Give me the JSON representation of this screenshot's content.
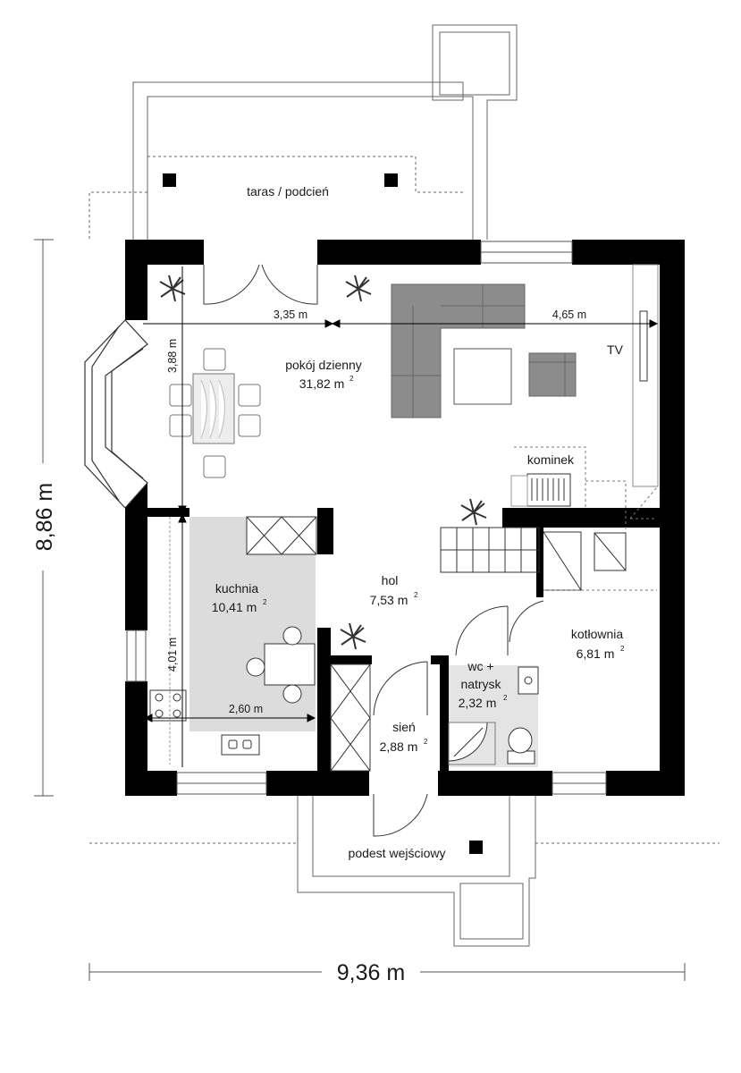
{
  "rooms": {
    "taras": {
      "name": "taras / podcień"
    },
    "pokoj": {
      "name": "pokój dzienny",
      "area": "31,82 m",
      "unit_sup": "2"
    },
    "tv": {
      "name": "TV"
    },
    "kominek": {
      "name": "kominek"
    },
    "kuchnia": {
      "name": "kuchnia",
      "area": "10,41 m",
      "unit_sup": "2"
    },
    "hol": {
      "name": "hol",
      "area": "7,53 m",
      "unit_sup": "2"
    },
    "kotlownia": {
      "name": "kotłownia",
      "area": "6,81 m",
      "unit_sup": "2"
    },
    "wc": {
      "name_line1": "wc +",
      "name_line2": "natrysk",
      "area": "2,32 m",
      "unit_sup": "2"
    },
    "sien": {
      "name": "sień",
      "area": "2,88 m",
      "unit_sup": "2"
    },
    "podest": {
      "name": "podest wejściowy"
    }
  },
  "dimensions": {
    "living_left": "3,35 m",
    "living_right": "4,65 m",
    "living_depth": "3,88 m",
    "kitchen_depth": "4,01 m",
    "kitchen_width": "2,60 m",
    "total_depth": "8,86 m",
    "total_width": "9,36 m"
  },
  "colors": {
    "wall": "#000000",
    "sofa": "#8c8c8c",
    "kitchen_floor": "#dcdcdc",
    "wc_floor": "#e4e4e4",
    "plant": "#333333"
  }
}
